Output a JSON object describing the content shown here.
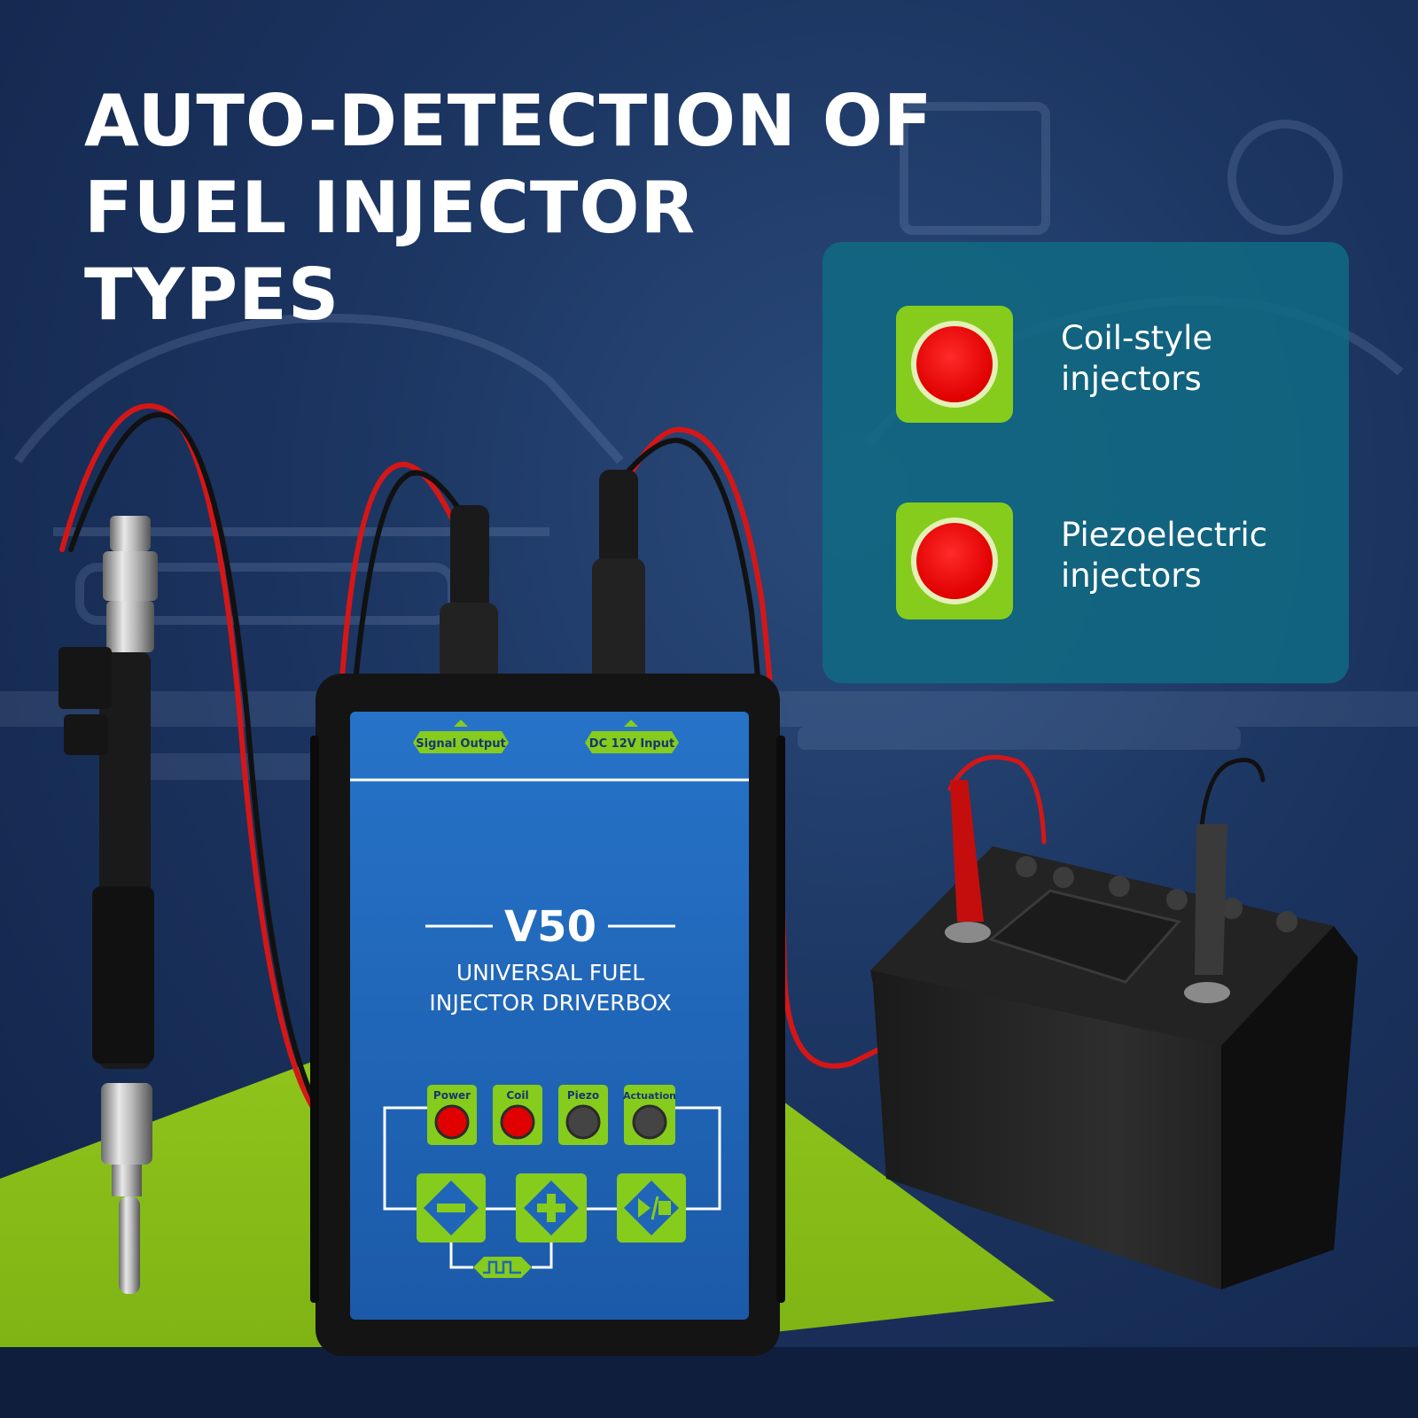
{
  "headline": {
    "line1": "AUTO-DETECTION OF",
    "line2": "FUEL INJECTOR",
    "line3": "TYPES"
  },
  "features": [
    {
      "line1": "Coil-style",
      "line2": "injectors",
      "indicator_color": "#e00000"
    },
    {
      "line1": "Piezoelectric",
      "line2": "injectors",
      "indicator_color": "#e00000"
    }
  ],
  "device": {
    "port_signal": "Signal Output",
    "port_power": "DC 12V Input",
    "model": "V50",
    "subtitle_line1": "UNIVERSAL FUEL",
    "subtitle_line2": "INJECTOR DRIVERBOX",
    "leds": [
      {
        "label": "Power",
        "state": "on"
      },
      {
        "label": "Coil",
        "state": "on"
      },
      {
        "label": "Piezo",
        "state": "off"
      },
      {
        "label": "Actuation",
        "state": "off"
      }
    ],
    "buttons": [
      "minus-icon",
      "plus-icon",
      "play-stop-icon"
    ],
    "waveform_icon": "square-wave-icon"
  },
  "colors": {
    "accent_green": "#86cc1c",
    "panel_teal": "#106982",
    "device_face": "#1f66b8",
    "led_on": "#e00000",
    "led_off": "#444444"
  }
}
